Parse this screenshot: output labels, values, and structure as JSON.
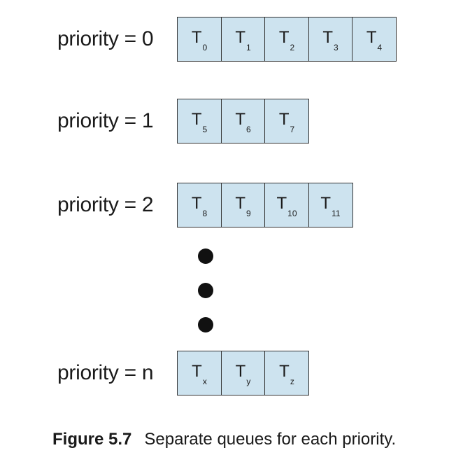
{
  "queues": [
    {
      "label": "priority = 0",
      "tasks": [
        {
          "name": "T",
          "sub": "0"
        },
        {
          "name": "T",
          "sub": "1"
        },
        {
          "name": "T",
          "sub": "2"
        },
        {
          "name": "T",
          "sub": "3"
        },
        {
          "name": "T",
          "sub": "4"
        }
      ]
    },
    {
      "label": "priority = 1",
      "tasks": [
        {
          "name": "T",
          "sub": "5"
        },
        {
          "name": "T",
          "sub": "6"
        },
        {
          "name": "T",
          "sub": "7"
        }
      ]
    },
    {
      "label": "priority = 2",
      "tasks": [
        {
          "name": "T",
          "sub": "8"
        },
        {
          "name": "T",
          "sub": "9"
        },
        {
          "name": "T",
          "sub": "10"
        },
        {
          "name": "T",
          "sub": "11"
        }
      ]
    },
    {
      "label": "priority = n",
      "tasks": [
        {
          "name": "T",
          "sub": "x"
        },
        {
          "name": "T",
          "sub": "y"
        },
        {
          "name": "T",
          "sub": "z"
        }
      ]
    }
  ],
  "caption": {
    "number": "Figure 5.7",
    "text": "Separate queues for each priority."
  },
  "colors": {
    "cell_fill": "#cde3ef",
    "cell_border": "#333333",
    "dot": "#111111"
  }
}
